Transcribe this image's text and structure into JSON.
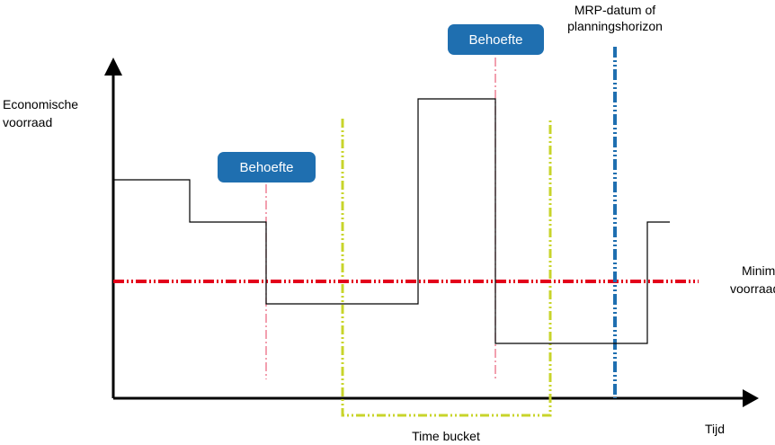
{
  "labels": {
    "y_axis_line1": "Economische",
    "y_axis_line2": "voorraad",
    "x_axis": "Tijd",
    "minimum_line1": "Minimum",
    "minimum_line2": "voorraad",
    "mrp_line1": "MRP-datum of",
    "mrp_line2": "planningshorizon",
    "time_bucket": "Time bucket",
    "demand_1": "Behoefte",
    "demand_2": "Behoefte"
  },
  "colors": {
    "minimum_line": "#e3001b",
    "mrp_line": "#1f6fb0",
    "time_bucket": "#c8d42b",
    "demand_line": "#e8607a",
    "badge_fill": "#1f6fb0",
    "axis": "#000000",
    "stock_line": "#000000"
  }
}
